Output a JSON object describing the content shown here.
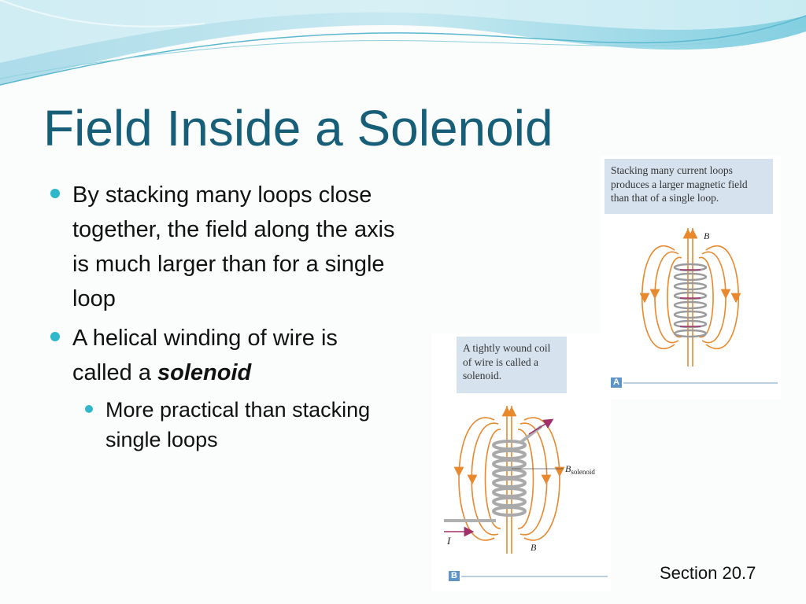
{
  "slide": {
    "title": "Field Inside a Solenoid",
    "bullets": [
      {
        "text": "By stacking many loops close together, the field along the axis is much larger than for a single loop"
      },
      {
        "text_before": "A helical winding of wire is called a ",
        "emphasis": "solenoid",
        "sub_bullets": [
          {
            "text": "More practical than stacking single loops"
          }
        ]
      }
    ],
    "section_ref": "Section 20.7"
  },
  "figure_a": {
    "caption": "Stacking many current loops produces a larger magnetic field than that of a single loop.",
    "label_b": "B",
    "letter": "A"
  },
  "figure_b": {
    "caption": "A tightly wound coil of wire is called a solenoid.",
    "label_bsolenoid_main": "B",
    "label_bsolenoid_sub": "solenoid",
    "label_i": "I",
    "label_b": "B",
    "letter": "B"
  },
  "colors": {
    "title": "#175f78",
    "bullet": "#2eb8c9",
    "field_lines": "#e8892e",
    "coil": "#b0b0b0",
    "current_arrow": "#a0306a",
    "caption_bg": "#d6e3ef"
  }
}
